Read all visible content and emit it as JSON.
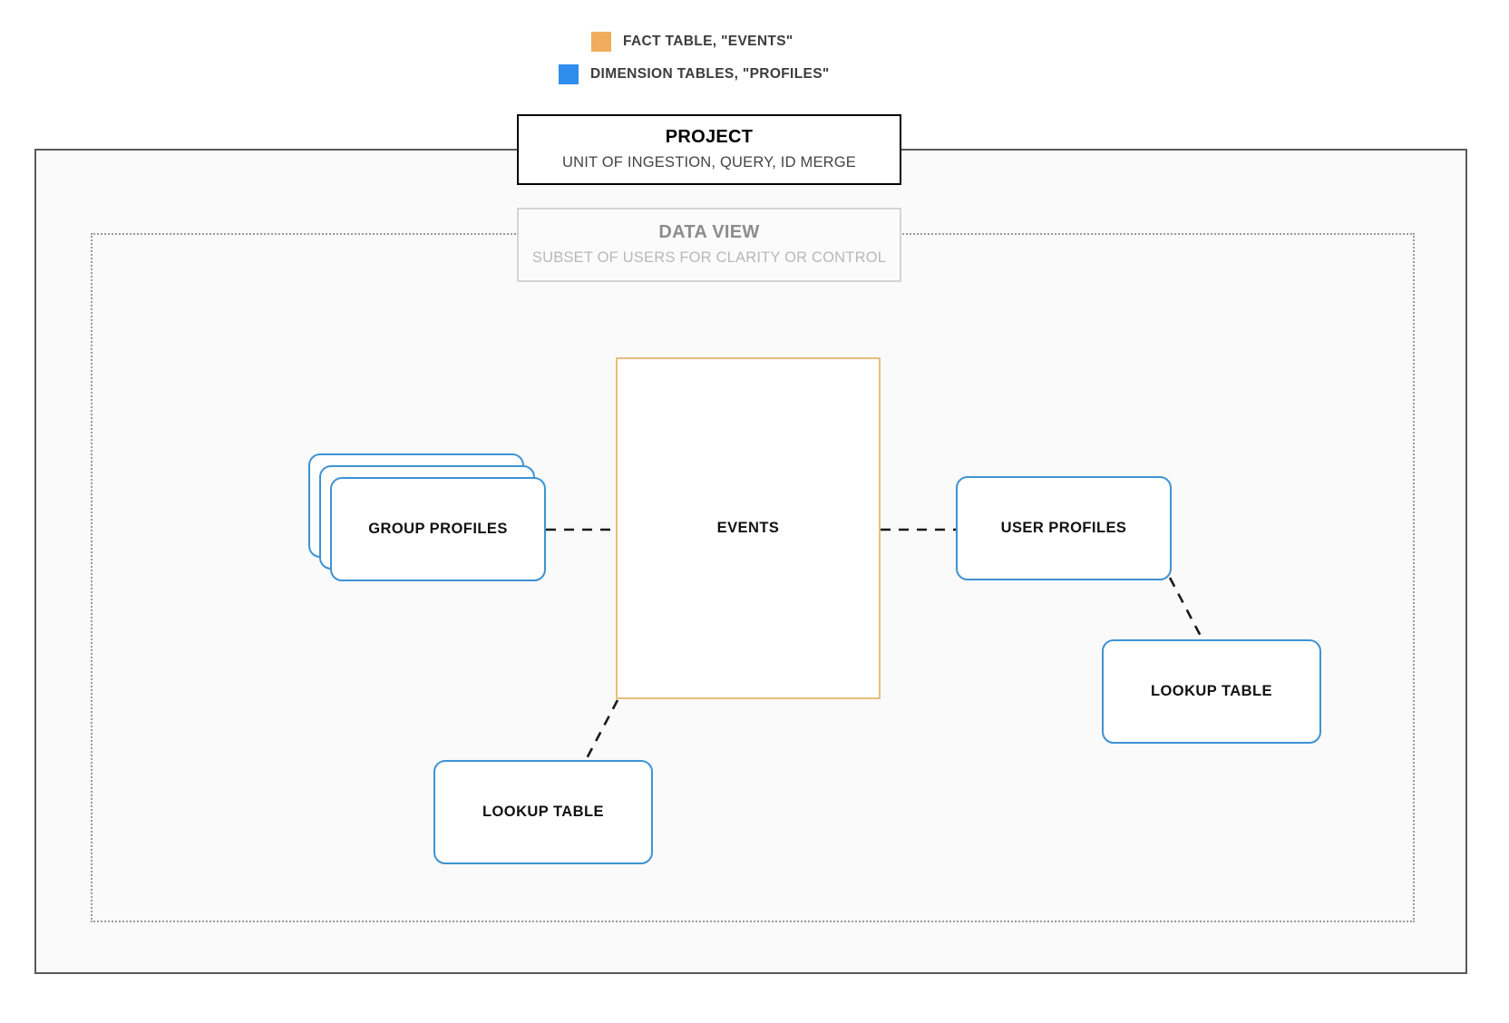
{
  "legend": {
    "items": [
      {
        "label": "FACT TABLE, \"EVENTS\"",
        "color": "#f0ad5e",
        "icon": "square-swatch-icon"
      },
      {
        "label": "DIMENSION TABLES, \"PROFILES\"",
        "color": "#2f8ded",
        "icon": "square-swatch-icon"
      }
    ]
  },
  "containers": {
    "project": {
      "title": "PROJECT",
      "subtitle": "UNIT OF INGESTION, QUERY, ID MERGE",
      "border_color": "#000000",
      "fill_color": "#fafafa"
    },
    "data_view": {
      "title": "DATA VIEW",
      "subtitle": "SUBSET OF USERS FOR CLARITY OR CONTROL",
      "border_color": "#9a9a9a",
      "border_style": "dotted"
    }
  },
  "nodes": {
    "events": {
      "label": "EVENTS",
      "color": "#e8bd7d",
      "shape": "rectangle"
    },
    "group_profiles": {
      "label": "GROUP PROFILES",
      "color": "#3d93d4",
      "shape": "stacked-rounded-rectangle",
      "stack_count": 3
    },
    "user_profiles": {
      "label": "USER PROFILES",
      "color": "#3d93d4",
      "shape": "rounded-rectangle"
    },
    "lookup_table_left": {
      "label": "LOOKUP TABLE",
      "color": "#3d93d4",
      "shape": "rounded-rectangle"
    },
    "lookup_table_right": {
      "label": "LOOKUP TABLE",
      "color": "#3d93d4",
      "shape": "rounded-rectangle"
    }
  },
  "connectors": [
    {
      "from": "group_profiles",
      "to": "events",
      "style": "dashed",
      "color": "#1a1a1a"
    },
    {
      "from": "events",
      "to": "user_profiles",
      "style": "dashed",
      "color": "#1a1a1a"
    },
    {
      "from": "user_profiles",
      "to": "lookup_table_right",
      "style": "dashed",
      "color": "#1a1a1a"
    },
    {
      "from": "events",
      "to": "lookup_table_left",
      "style": "dashed",
      "color": "#1a1a1a"
    }
  ]
}
